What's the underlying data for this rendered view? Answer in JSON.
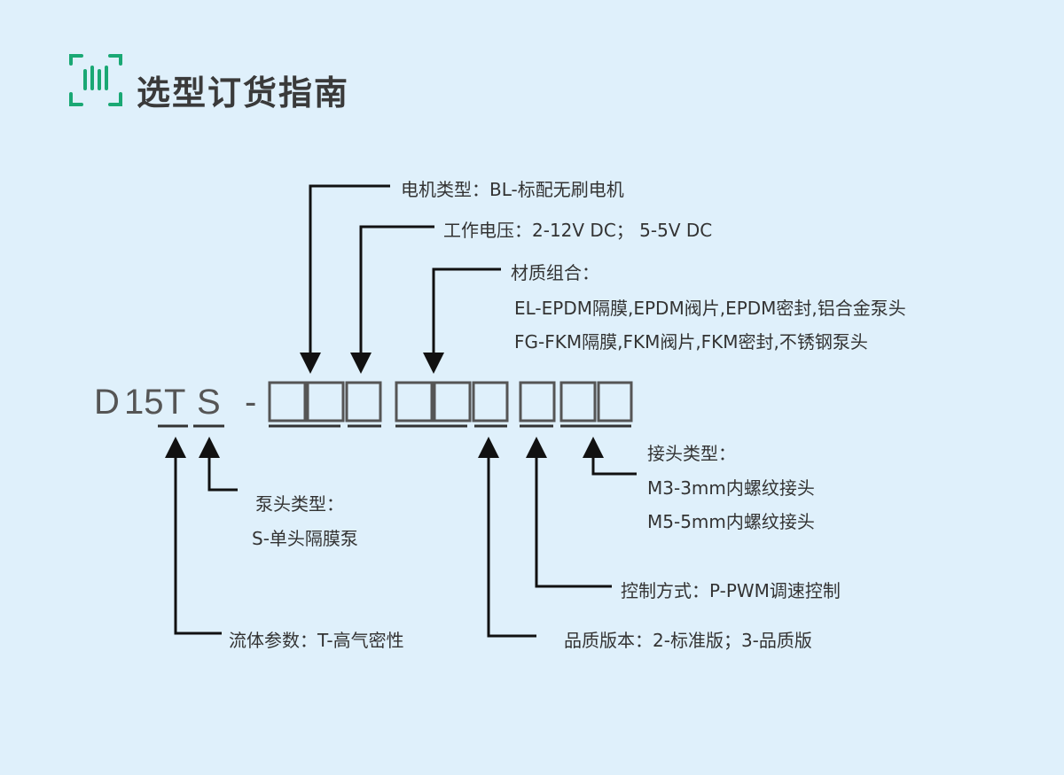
{
  "header": {
    "title": "选型订货指南",
    "icon": "scan-barcode-icon",
    "accent": "#1aa874"
  },
  "code": {
    "d": "D",
    "num": "15",
    "t": "T",
    "s": "S",
    "dash": "-"
  },
  "labels": {
    "motor": "电机类型：BL-标配无刷电机",
    "voltage": "工作电压：2-12V DC； 5-5V DC",
    "material_title": "材质组合：",
    "material_el": "EL-EPDM隔膜,EPDM阀片,EPDM密封,铝合金泵头",
    "material_fg": "FG-FKM隔膜,FKM阀片,FKM密封,不锈钢泵头",
    "connector_title": "接头类型：",
    "connector_m3": "M3-3mm内螺纹接头",
    "connector_m5": "M5-5mm内螺纹接头",
    "pump_title": "泵头类型：",
    "pump_s": "S-单头隔膜泵",
    "control": "控制方式：P-PWM调速控制",
    "quality": "品质版本：2-标准版；3-品质版",
    "fluid": "流体参数：T-高气密性"
  }
}
